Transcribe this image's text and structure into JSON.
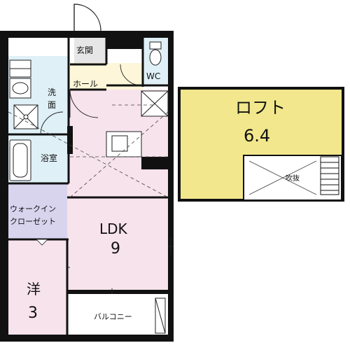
{
  "colors": {
    "wall": "#111111",
    "ldk": "#f7e3ec",
    "wet": "#dff0f7",
    "closet": "#d9d4ee",
    "loft": "#f2e78c",
    "yo": "#f7e3ec",
    "floor_white": "#ffffff"
  },
  "rooms": {
    "genkan": "玄関",
    "wc": "WC",
    "hall": "ホール",
    "senmen_1": "洗",
    "senmen_2": "面",
    "yokushitsu": "浴室",
    "closet_1": "ウォークイン",
    "closet_2": "クローゼット",
    "ldk_name": "LDK",
    "ldk_size": "9",
    "yo_name": "洋",
    "yo_size": "3",
    "balcony": "バルコニー"
  },
  "loft": {
    "name": "ロフト",
    "size": "6.4",
    "fukinuke": "吹抜"
  }
}
